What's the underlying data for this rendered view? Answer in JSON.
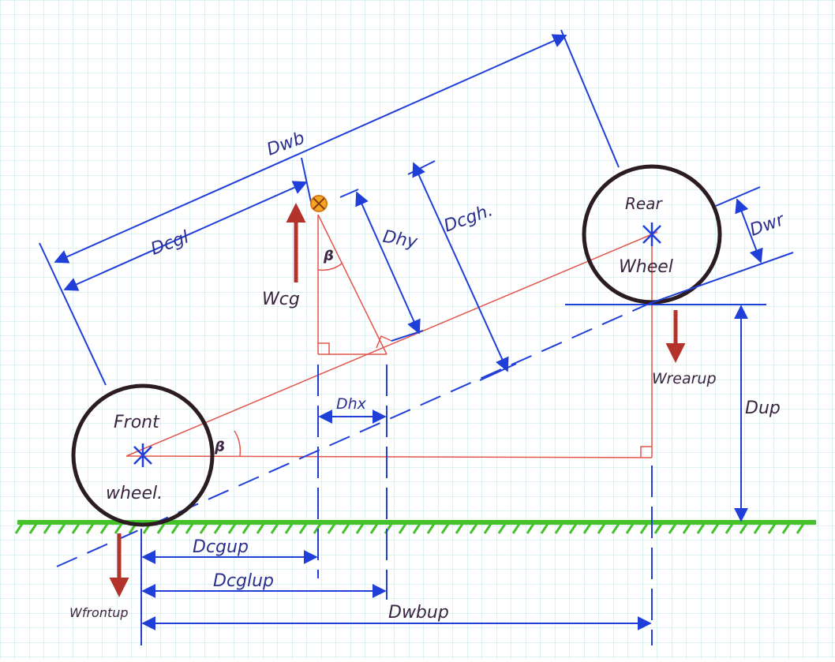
{
  "colors": {
    "grid": "#bfe3ea",
    "blue": "#1f3fd8",
    "red": "#e2564c",
    "darkred": "#b3322a",
    "green": "#44c22a",
    "wheel": "#2b1c22",
    "text": "#3a2540",
    "cg_marker": "#f3a623"
  },
  "labels": {
    "dwb": "Dwb",
    "dcgl": "Dcgl",
    "dcgh": "Dcgh.",
    "dhy": "Dhy",
    "dhx": "Dhx",
    "dwr": "Dwr",
    "dup": "Dup",
    "dcgup": "Dcgup",
    "dcglup": "Dcglup",
    "dwbup": "Dwbup",
    "wcg": "Wcg",
    "wrearup": "Wrearup",
    "wfrontup": "Wfrontup",
    "beta": "β",
    "front_wheel_line1": "Front",
    "front_wheel_line2": "wheel.",
    "rear_wheel_line1": "Rear",
    "rear_wheel_line2": "Wheel"
  }
}
